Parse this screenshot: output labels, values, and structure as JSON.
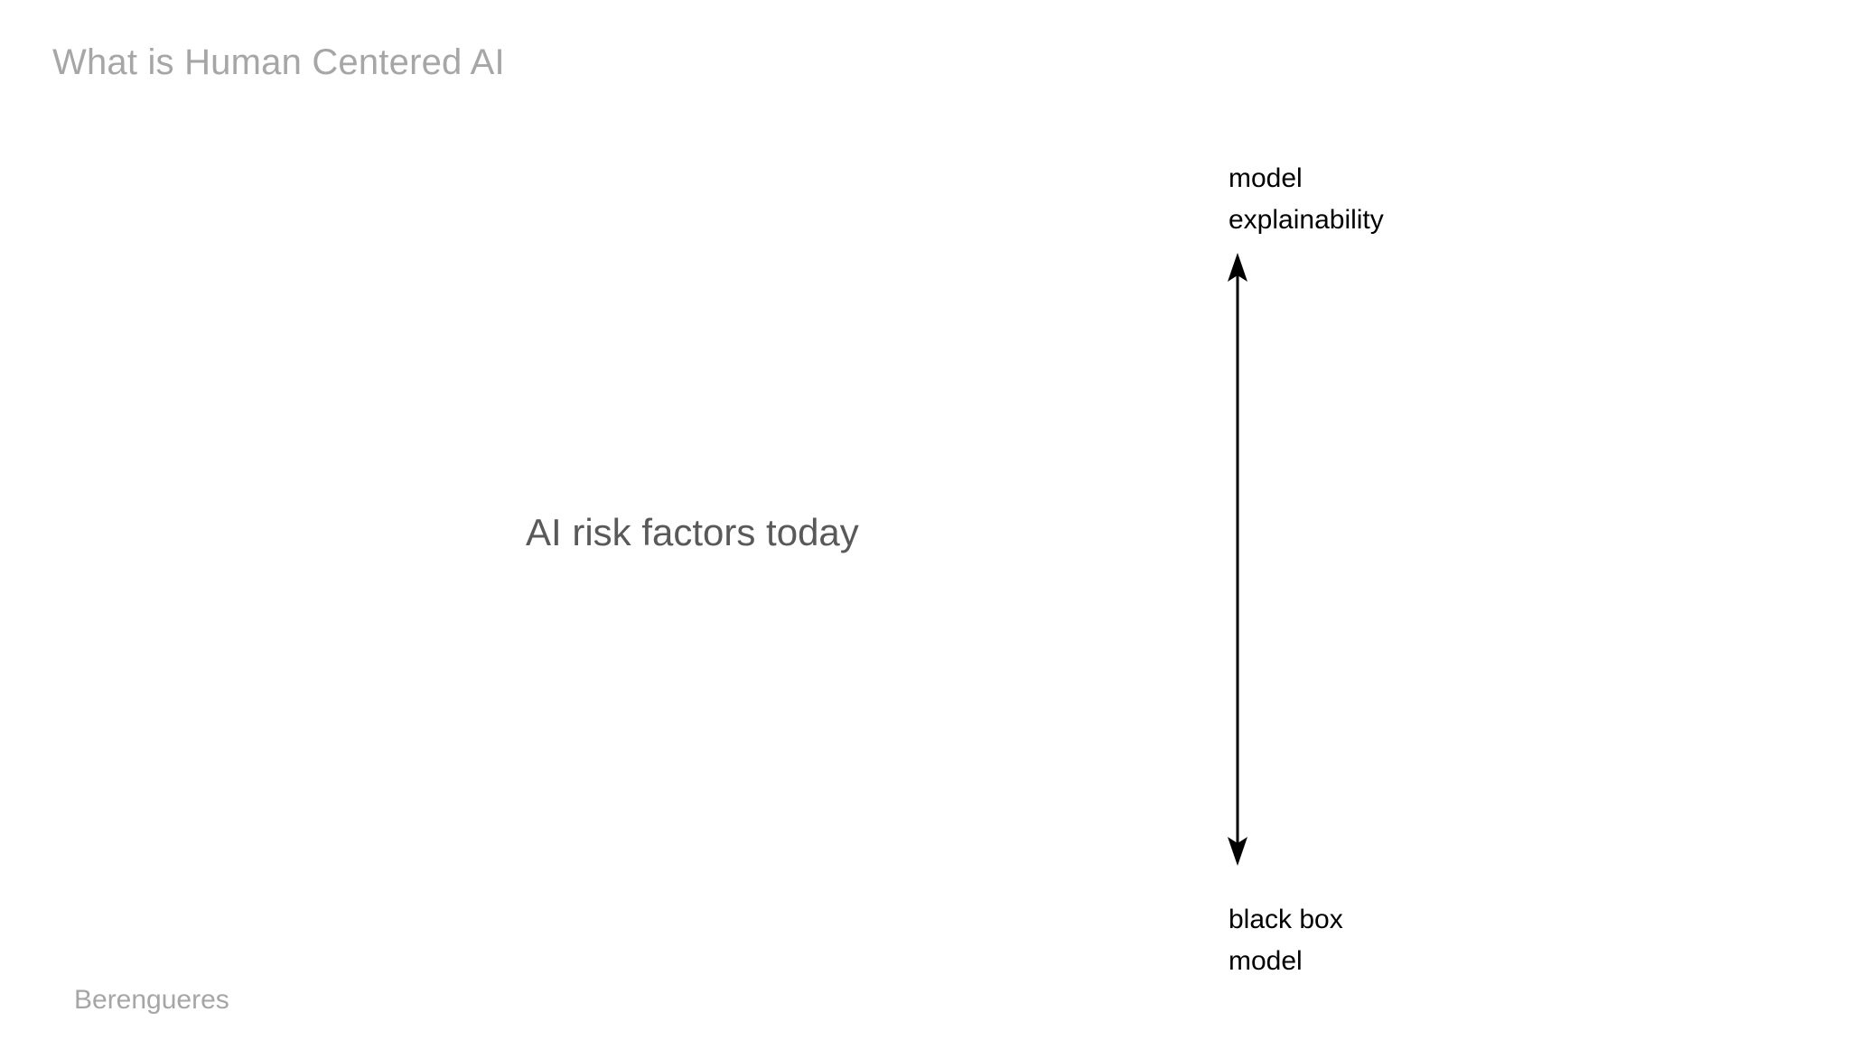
{
  "slide": {
    "title": "What is Human Centered AI",
    "background_color": "#ffffff",
    "title_color": "#a6a6a6"
  },
  "headline": {
    "text": "AI risk factors today",
    "color": "#595959"
  },
  "axis": {
    "orientation": "vertical",
    "arrow_style": "double-headed",
    "arrow_color": "#000000",
    "top_label": {
      "line1": "model",
      "line2": "explainability"
    },
    "bottom_label": {
      "line1": "black box",
      "line2": "model"
    }
  },
  "footer": {
    "credit": "Berengueres",
    "color": "#a6a6a6"
  }
}
